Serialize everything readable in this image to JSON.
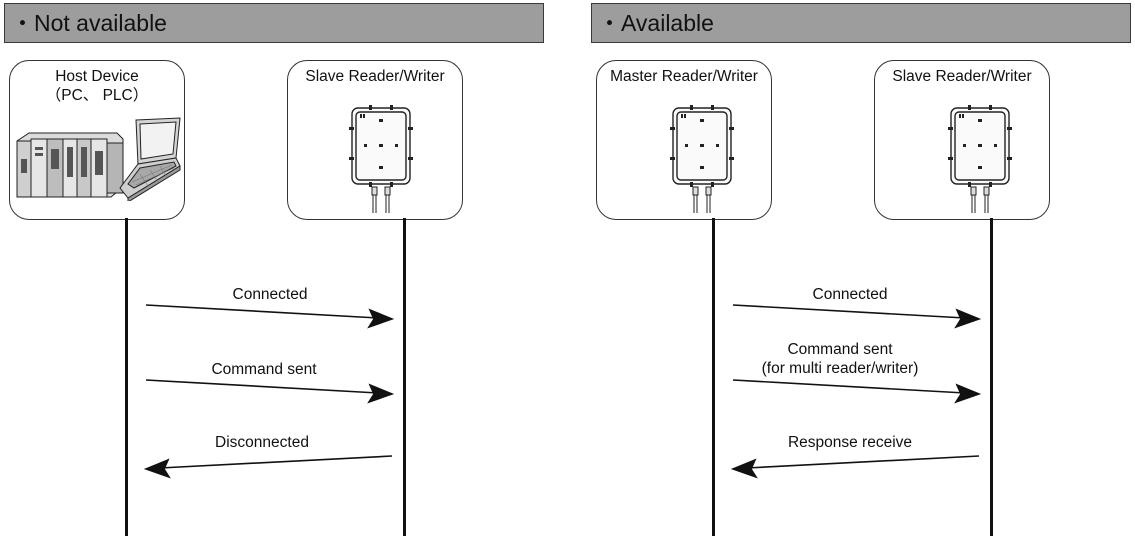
{
  "left_panel": {
    "header": "・Not available",
    "host_label_line1": "Host Device",
    "host_label_line2": "（PC、 PLC）",
    "slave_label": "Slave Reader/Writer",
    "messages": {
      "connected": "Connected",
      "command": "Command sent",
      "disconnected": "Disconnected"
    }
  },
  "right_panel": {
    "header": "・Available",
    "master_label": "Master Reader/Writer",
    "slave_label": "Slave Reader/Writer",
    "messages": {
      "connected": "Connected",
      "command_line1": "Command sent",
      "command_line2": "(for multi reader/writer)",
      "response": "Response receive"
    }
  },
  "colors": {
    "header_bg": "#9d9d9d",
    "line": "#111111"
  },
  "icons": {
    "host": [
      "plc-rack-icon",
      "laptop-icon"
    ],
    "reader": "reader-writer-device-icon"
  }
}
